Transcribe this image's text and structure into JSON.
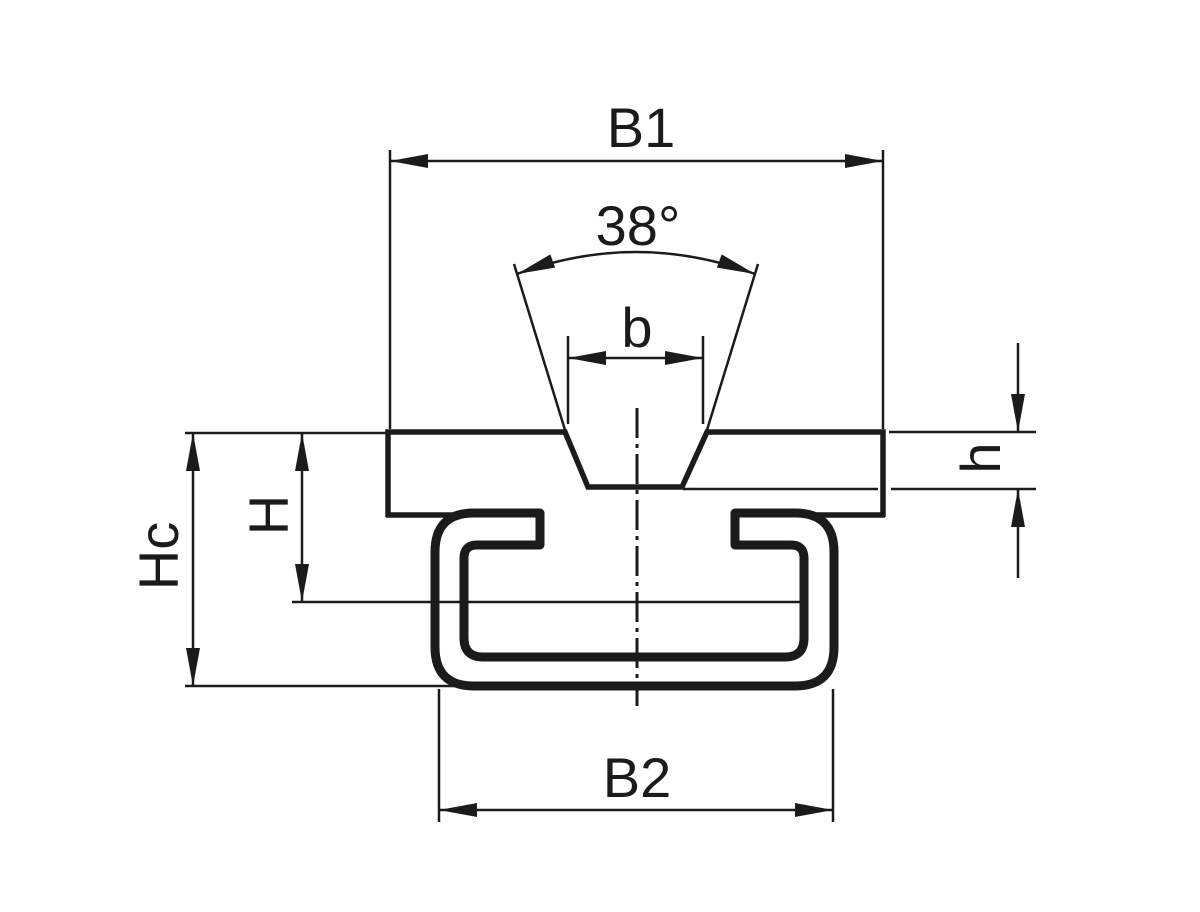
{
  "drawing": {
    "description": "Technical cross-section drawing of a chain guide profile: top wear plate with 38-degree V-groove clipped onto a C-channel rail, with dimension callouts",
    "background_color": "#ffffff",
    "line_color": "#1b1b1b",
    "labels": {
      "b1": "B1",
      "angle": "38°",
      "b": "b",
      "h": "h",
      "hc": "Hc",
      "h_mid": "H",
      "b2": "B2"
    }
  }
}
